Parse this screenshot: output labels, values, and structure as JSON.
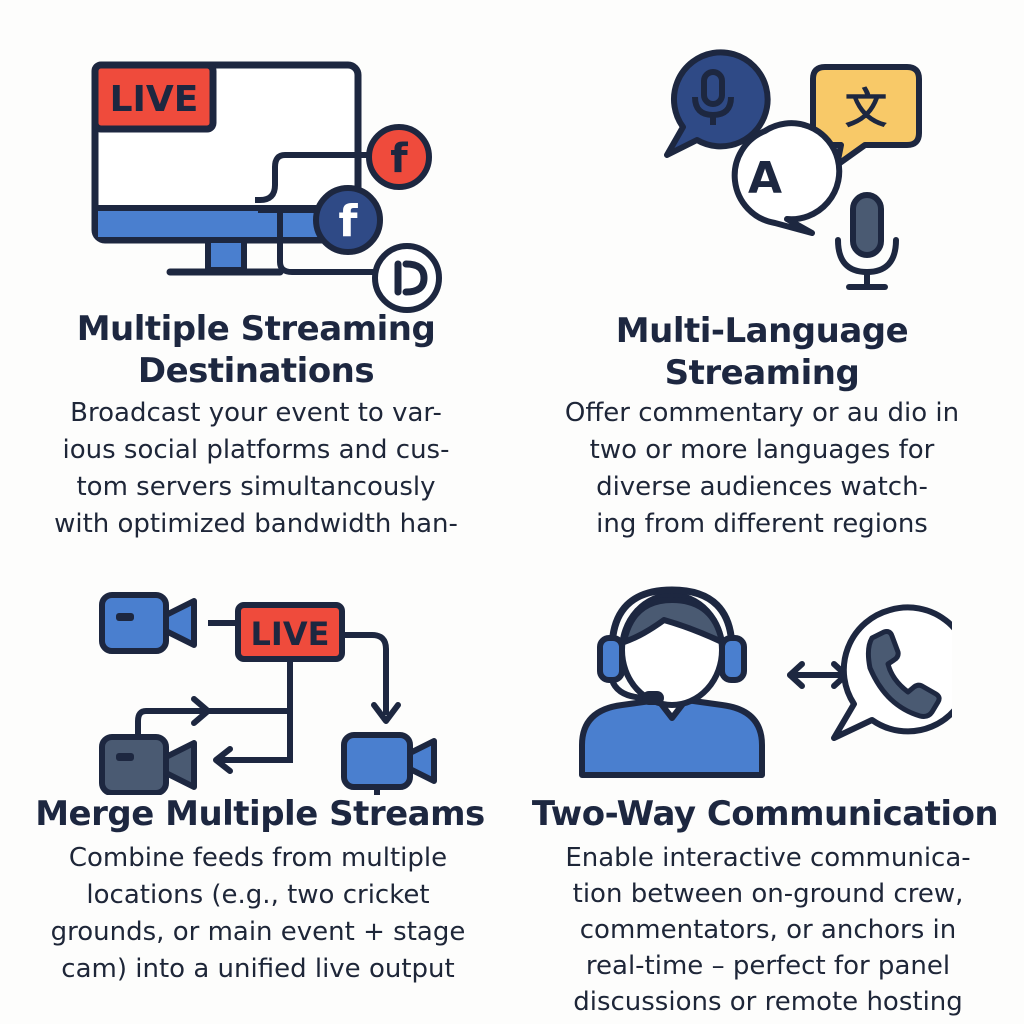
{
  "features": [
    {
      "title_lines": [
        "Multiple Streaming",
        "Destinations"
      ],
      "desc_lines": [
        "Broadcast your event to var-",
        "ious social platforms and cus-",
        "tom servers simultancously",
        "with optimized bandwidth han-"
      ],
      "icon_text": {
        "live": "LIVE",
        "fb_small": "f",
        "fb_main": "f"
      }
    },
    {
      "title_lines": [
        "Multi-Language",
        "Streaming"
      ],
      "desc_lines": [
        "Offer commentary or au dio in",
        "two or more languages for",
        "diverse audiences watch-",
        "ing from different regions"
      ],
      "icon_text": {
        "letter": "A",
        "kanji": "文"
      }
    },
    {
      "title_lines": [
        "Merge Multiple Streams"
      ],
      "desc_lines": [
        "Combine feeds from multiple",
        "locations (e.g., two cricket",
        "grounds, or main event + stage",
        "cam) into a unified live output"
      ],
      "icon_text": {
        "live": "LIVE"
      }
    },
    {
      "title_lines": [
        "Two-Way Communication"
      ],
      "desc_lines": [
        "Enable interactive communica-",
        "tion between on-ground crew,",
        "commentators, or anchors in",
        "real-time – perfect for panel",
        "discussions or remote hosting"
      ],
      "icon_text": {}
    }
  ],
  "colors": {
    "navy": "#1d2740",
    "red": "#ef4b3c",
    "blue": "#4a7fcf",
    "dark_blue": "#2f4a86",
    "slate": "#4a5a72",
    "yellow": "#f8c968",
    "white": "#ffffff"
  },
  "icons": [
    "monitor-icon",
    "facebook-icon",
    "share-icon",
    "microphone-icon",
    "translate-icon",
    "video-camera-icon",
    "headset-agent-icon",
    "phone-icon",
    "double-arrow-icon"
  ]
}
